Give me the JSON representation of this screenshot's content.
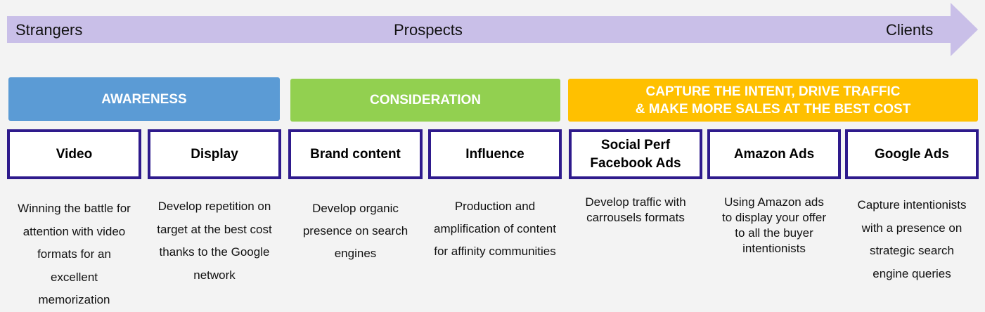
{
  "journey": {
    "stages": [
      "Strangers",
      "Prospects",
      "Clients"
    ],
    "color": "#c9bfe8"
  },
  "phases": [
    {
      "label": "AWARENESS",
      "color": "#5b9bd5"
    },
    {
      "label": "CONSIDERATION",
      "color": "#92d050"
    },
    {
      "label_lines": [
        "CAPTURE THE INTENT, DRIVE TRAFFIC",
        "& MAKE MORE SALES AT THE BEST COST"
      ],
      "color": "#ffc000"
    }
  ],
  "channels": [
    {
      "name": "Video",
      "desc": [
        "Winning the battle for",
        "attention with video",
        "formats for an",
        "excellent",
        "memorization"
      ]
    },
    {
      "name": "Display",
      "desc": [
        "Develop repetition on",
        "target at the best cost",
        "thanks to the Google",
        "network"
      ]
    },
    {
      "name": "Brand content",
      "desc": [
        "Develop organic",
        "presence on search",
        "engines"
      ]
    },
    {
      "name": "Influence",
      "desc": [
        "Production and",
        "amplification of content",
        "for affinity communities"
      ]
    },
    {
      "name_lines": [
        "Social Perf",
        "Facebook Ads"
      ],
      "desc": [
        "Develop traffic with",
        "carrousels formats"
      ]
    },
    {
      "name": "Amazon Ads",
      "desc": [
        "Using Amazon ads",
        "to display your offer",
        "to all the buyer",
        "intentionists"
      ]
    },
    {
      "name": "Google Ads",
      "desc": [
        "Capture intentionists",
        "with a presence on",
        "strategic search",
        "engine queries"
      ]
    }
  ]
}
